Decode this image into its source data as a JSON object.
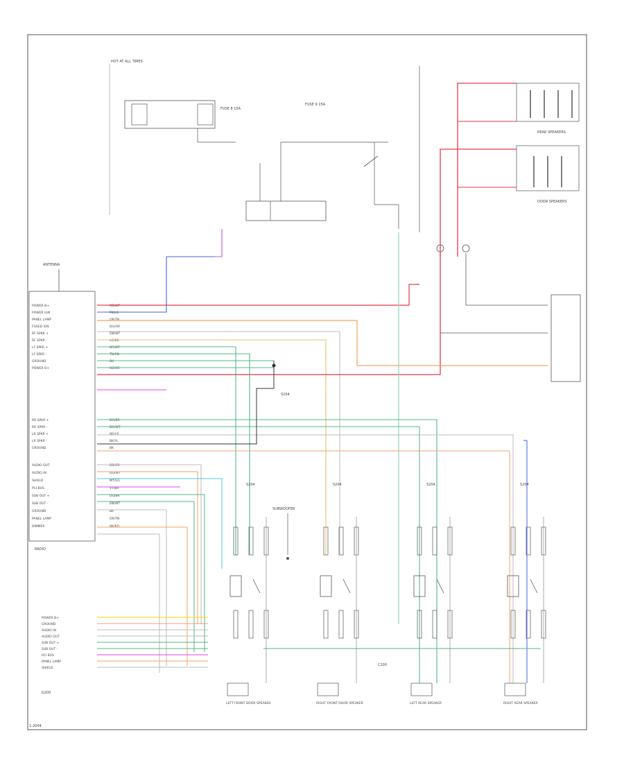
{
  "labels": {
    "hot_all_times": "HOT AT ALL TIMES",
    "fuse_1": "FUSE 8 15A",
    "fuse_2": "FUSE 9 15A",
    "radio_label": "RADIO",
    "antenna_label": "ANTENNA",
    "subwoofer_label": "SUBWOOFER",
    "ground_label": "G200",
    "splice_label": "S204",
    "connector_label": "C200",
    "rear_speakers": "REAR SPEAKERS",
    "door_speakers": "DOOR SPEAKERS",
    "speaker_lf": "LEFT FRONT DOOR SPEAKER",
    "speaker_rf": "RIGHT FRONT DOOR SPEAKER",
    "speaker_lr": "LEFT REAR SPEAKER",
    "speaker_rr": "RIGHT REAR SPEAKER",
    "footer_code": "1-2004"
  },
  "pins_upper": [
    "POWER B+",
    "POWER IGN",
    "PANEL LAMP",
    "FUSED IGN",
    "RF SPKR +",
    "RF SPKR -",
    "LF SPKR +",
    "LF SPKR -",
    "GROUND",
    "POWER B+"
  ],
  "pins_mid": [
    "RR SPKR +",
    "RR SPKR -",
    "LR SPKR +",
    "LR SPKR -",
    "GROUND"
  ],
  "pins_lower": [
    "AUDIO OUT",
    "AUDIO IN",
    "SHIELD",
    "PCI BUS",
    "SUB OUT +",
    "SUB OUT -",
    "GROUND",
    "PANEL LAMP",
    "DIMMER"
  ],
  "pins_bottom_left": [
    "POWER B+",
    "GROUND",
    "AUDIO IN",
    "AUDIO OUT",
    "SUB OUT +",
    "SUB OUT -",
    "PCI BUS",
    "PANEL LAMP",
    "SHIELD"
  ],
  "wire_codes_upper": [
    "RD/WT",
    "PK/LG",
    "OR/TN",
    "DG/OR",
    "DB/WT",
    "LG/BK",
    "BR/WT",
    "TN/RD",
    "BK",
    "RD/OR"
  ],
  "wire_codes_mid": [
    "DG/BR",
    "DG/WT",
    "BR/LB",
    "BK/YL",
    "BK"
  ],
  "wire_codes_lower": [
    "DB/OR",
    "DG/WT",
    "WT/LG",
    "VT/BR",
    "DG/BR",
    "DB/WT",
    "BK",
    "OR/TN",
    "BK/RD"
  ],
  "colors": {
    "red": "#e63946",
    "pink": "#ff8fa3",
    "orange": "#f4a261",
    "green": "#52b788",
    "light_green": "#95d5b2",
    "blue": "#4361ee",
    "magenta": "#e040fb",
    "cyan": "#48cae4",
    "yellow": "#ffd60a",
    "gray": "#bbbbbb",
    "dark": "#333333"
  }
}
